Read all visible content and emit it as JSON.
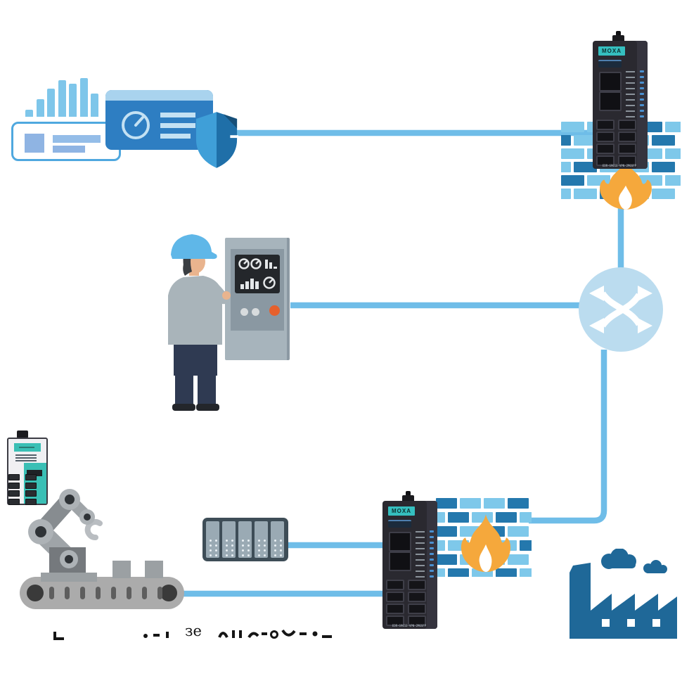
{
  "background": "#ffffff",
  "palette": {
    "line": "#6FBDE8",
    "circle": "#BBDCEF",
    "brick_light": "#7EC8EA",
    "brick_dark": "#2478AD",
    "flame_outer": "#F5A83C",
    "flame_inner": "#FFFFFF",
    "factory": "#1F6898",
    "card_blue": "#2E7EC2",
    "card_strip": "#A9D3EE",
    "card_icon": "#C3E1F3",
    "periwinkle": "#8FB4E3",
    "white_card_border": "#4FA8DF",
    "bar_blue": "#7EC6EA",
    "shield_light": "#3F9FD8",
    "shield_dark": "#1F6FA8",
    "shield_fold": "#174F78",
    "device_body": "#2A2930",
    "device_teal": "#35BFBF",
    "hat_blue": "#5FB7E8",
    "orange_button": "#E6602C"
  },
  "monitoring": {
    "bar_values": [
      10,
      25,
      40,
      52,
      47,
      55,
      33
    ]
  },
  "router_top": {
    "brand": "MOXA",
    "model": "EDR-G9010-VPN-2MGSFP",
    "led_rows": 9,
    "port_count": 8
  },
  "router_bottom": {
    "brand": "MOXA",
    "model": "EDR-G9010-VPN-2MGSFP",
    "led_rows": 9,
    "port_count": 8
  },
  "switch": {
    "port_count": 8
  },
  "plc": {
    "module_count": 5,
    "dot_rows": 4,
    "dot_cols": 2
  },
  "conveyor": {
    "slot_count": 8,
    "box_count": 2
  },
  "firewall_top": {
    "rows": [
      "LLLDL",
      "DLLLD",
      "LLDLL",
      "LDLLD",
      "DLLLL",
      "LLDLL"
    ]
  },
  "firewall_bottom": {
    "rows": [
      "DLLD",
      "LDLDL",
      "DLDL",
      "LLDLD",
      "DLLL",
      "LDLDL"
    ]
  },
  "caption_fragment": "зе"
}
